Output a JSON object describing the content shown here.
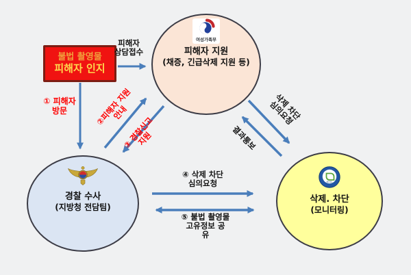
{
  "diagram_title": "illegal-filming victim support flow",
  "colors": {
    "background": "#f0f1f2",
    "arrow": "#4a7ebb",
    "victim_circle": "#fbe5d6",
    "police_circle": "#dbe5f3",
    "deletion_circle": "#ffff9c",
    "source_box_fill": "#f01311",
    "source_box_border": "#7c1d13",
    "red_label": "#fe0000"
  },
  "source_box": {
    "line1": "불법 촬영물",
    "line2": "피해자 인지"
  },
  "nodes": {
    "victim_support": {
      "org": "여성가족부",
      "title": "피해자 지원",
      "subtitle": "(채증, 긴급삭제 지원 등)"
    },
    "police": {
      "title": "경찰 수사",
      "subtitle": "(지방청 전담팀)"
    },
    "deletion": {
      "title": "삭제. 차단",
      "subtitle": "(모니터링)",
      "logo_text": "KCSC"
    }
  },
  "labels": {
    "counsel": {
      "line1": "피해자",
      "line2": "상담접수"
    },
    "step1": {
      "line1": "① 피해자",
      "line2": "방문"
    },
    "step2": {
      "line1": "②피해자 지원",
      "line2": "안내"
    },
    "step3": {
      "line1": "③ 경찰신고",
      "line2": "지원"
    },
    "review_request": {
      "line1": "삭제 차단",
      "line2": "심의요청"
    },
    "result_notice": "결과통보",
    "step4": {
      "line1": "④ 삭제 차단",
      "line2": "심의요청"
    },
    "step5": {
      "line1": "⑤ 불법 촬영물",
      "line2": "고유정보 공",
      "line3": "유"
    }
  }
}
